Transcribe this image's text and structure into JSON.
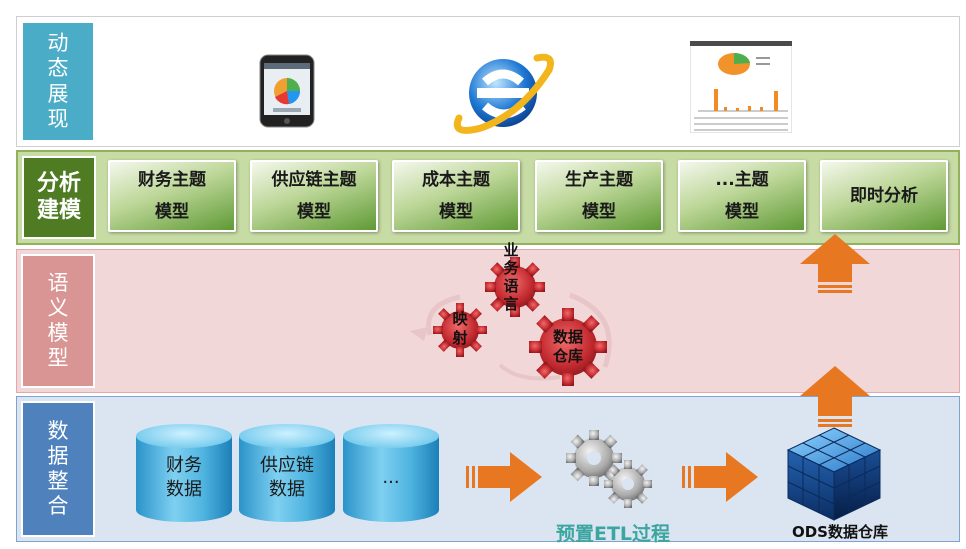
{
  "layers": {
    "display": "动态展现",
    "analysis": "分析建模",
    "semantic": "语义模型",
    "data": "数据整合"
  },
  "models": [
    {
      "line1": "财务主题",
      "line2": "模型"
    },
    {
      "line1": "供应链主题",
      "line2": "模型"
    },
    {
      "line1": "成本主题",
      "line2": "模型"
    },
    {
      "line1": "生产主题",
      "line2": "模型"
    },
    {
      "line1": "...主题",
      "line2": "模型"
    },
    {
      "line1": "即时分析",
      "line2": ""
    }
  ],
  "gears": {
    "mapping": "映射",
    "business_language": "业务语言",
    "warehouse": "数据仓库"
  },
  "sources": [
    {
      "line1": "财务",
      "line2": "数据"
    },
    {
      "line1": "供应链",
      "line2": "数据"
    },
    {
      "line1": "...",
      "line2": ""
    }
  ],
  "etl_caption": "预置ETL过程",
  "ods_caption": "ODS数据仓库",
  "icons": [
    "smartphone-icon",
    "ie-browser-icon",
    "report-dashboard-icon",
    "gears-icon",
    "data-cube-icon"
  ],
  "colors": {
    "display": "#4aacc6",
    "analysis": "#4f7b23",
    "semantic": "#d99594",
    "data": "#4f81bd",
    "arrow": "#e87722",
    "gear": "#c0282e"
  }
}
